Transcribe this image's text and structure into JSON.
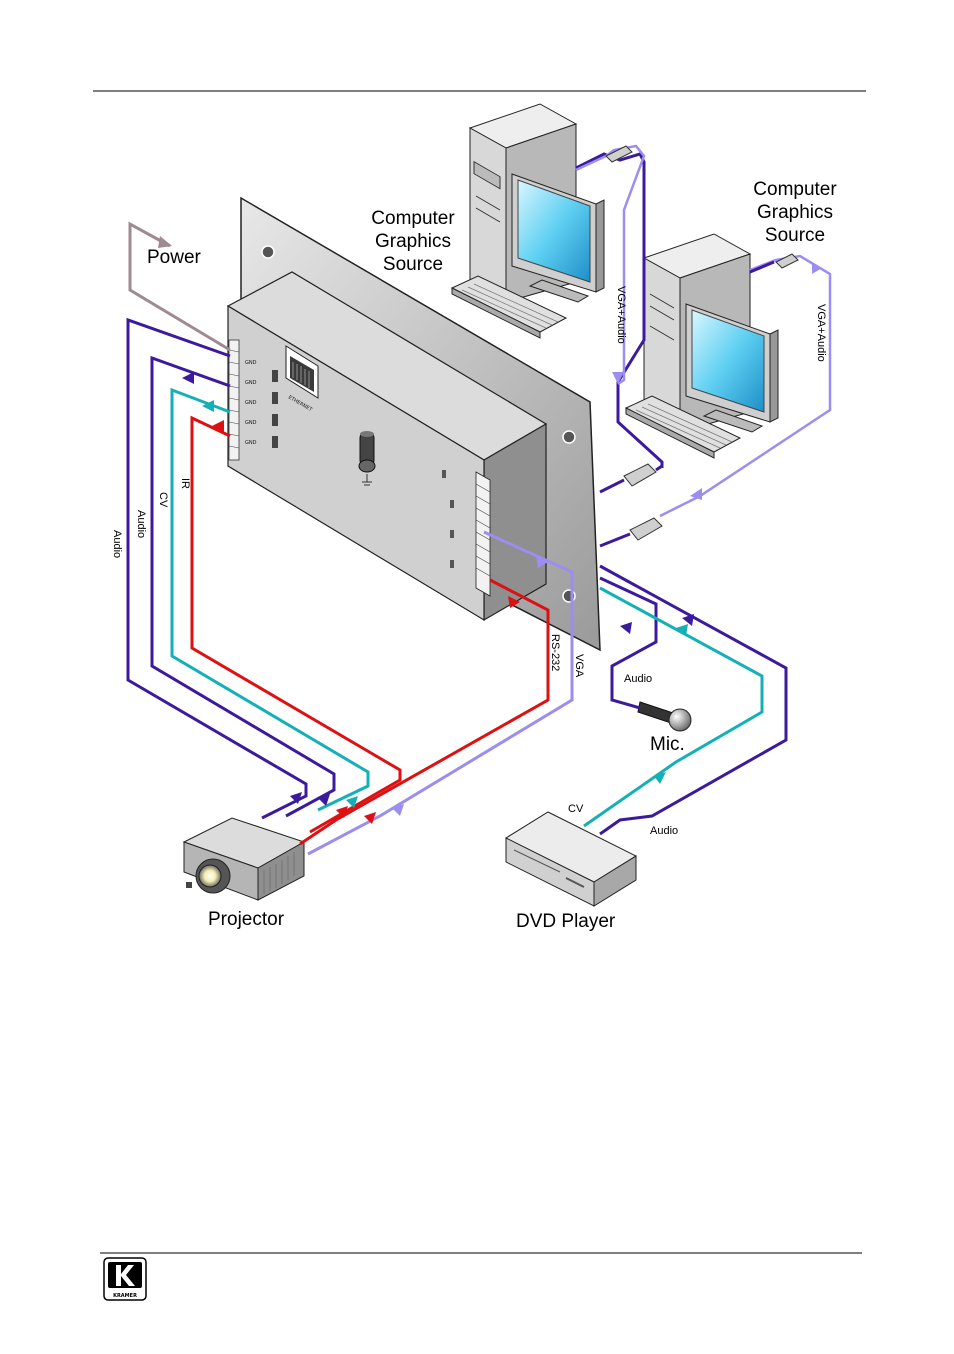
{
  "labels": {
    "power": "Power",
    "source_left": [
      "Computer",
      "Graphics",
      "Source"
    ],
    "source_right": [
      "Computer",
      "Graphics",
      "Source"
    ],
    "vga_audio": "VGA+Audio",
    "ir": "IR",
    "cv": "CV",
    "audio": "Audio",
    "rs232": "RS-232",
    "vga": "VGA",
    "mic": "Mic.",
    "projector": "Projector",
    "dvd_player": "DVD Player",
    "ethernet": "ETHERNET"
  },
  "logo": {
    "text": "KRAMER"
  },
  "colors": {
    "audio": "#3b1a9e",
    "cv": "#14b0b8",
    "ir": "#dd1111",
    "vga": "#9b8ef0",
    "power": "#a08a92"
  }
}
